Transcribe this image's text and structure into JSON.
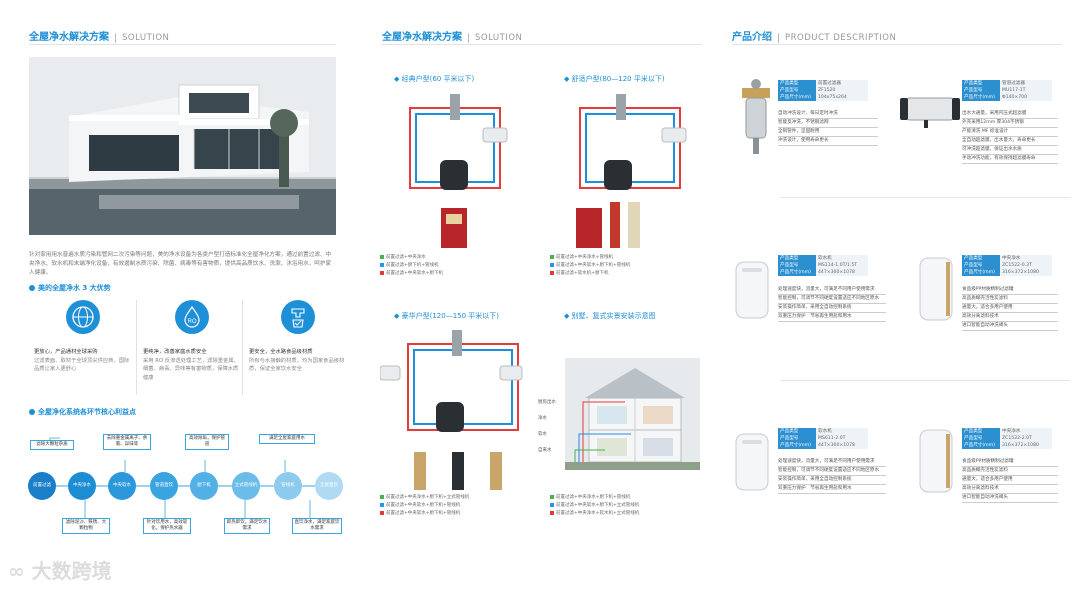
{
  "left": {
    "title": "全屋净水解决方案",
    "title_en": "SOLUTION",
    "intro": "针对家用用水普遍水质污染和管网二次污染等问题，美的净水设备为各类户型打造标准化全屋净化方案，通过前置过滤、中央净水、软水机和末端净化设备，有效遏制水质污染、除菌、病毒等有害物质，提供高品质饮水、洗漱、沐浴用水，呵护家人健康。",
    "advantages_heading": "美的全屋净水 3 大优势",
    "advantages": [
      {
        "icon": "RO-icon",
        "lead": "更放心，产品通材全球采购",
        "body": "过滤表面、取材于全球顶尖供应商，国际品质让家人更舒心"
      },
      {
        "icon": "RO",
        "lead": "更纯净，改善家庭水质安全",
        "body": "采用 RO 反渗透处理工艺，滤除重金属、细菌、病毒、异味等有害物质，保障水质健康"
      },
      {
        "icon": "faucet-icon",
        "lead": "更安全，全水路食品级材质",
        "body": "所有与水接触的材质，均为国家食品级材质，保证全家饮水安全"
      }
    ],
    "flow_heading": "全屋净化系统各环节核心利益点",
    "flow_nodes": [
      "前置过滤",
      "中央净水",
      "中央软水",
      "管道直饮",
      "厨下机",
      "立式管线机",
      "管线机",
      "全屋直饮"
    ],
    "flow_top": [
      "滤除大颗粒杂质",
      "去除重金属离子、余氯、异味等",
      "高效除垢，保护管道",
      "满足全屋家庭用水"
    ],
    "flow_bottom": [
      "滤除泥沙、铁锈、大颗粒物",
      "针对饮用水，高效软化，保护热水器",
      "即热即饮，满足饮水需求",
      "直饮净水，满足家庭饮水需求"
    ]
  },
  "middle": {
    "title": "全屋净水解决方案",
    "title_en": "SOLUTION",
    "houses": [
      {
        "label": "经典户型(60 平米以下)",
        "legend": [
          "前置过滤+中央净水",
          "前置过滤+厨下机+管线机",
          "前置过滤+中央软水+厨下机"
        ]
      },
      {
        "label": "舒适户型(80—120 平米以下)",
        "legend": [
          "前置过滤+中央净水+管线机",
          "前置过滤+中央软水+厨下机+管线机",
          "前置过滤+软水机+厨下机"
        ]
      },
      {
        "label": "豪华户型(120—150 平米以下)",
        "legend": [
          "前置过滤+中央净水+厨下机+立式管线机",
          "前置过滤+中央软水+厨下机+管线机",
          "前置过滤+中央软水+厨下机+管线机"
        ]
      },
      {
        "label": "别墅、复式实景安装示意图",
        "legend": [
          "前置过滤+中央净水+厨下机+管线机",
          "前置过滤+中央软水+厨下机+立式管线机",
          "前置过滤+中央净水+软水机+立式管线机"
        ]
      }
    ],
    "villa_labels": [
      "厨房出水",
      "净水",
      "软水",
      "自来水"
    ]
  },
  "right": {
    "title": "产品介绍",
    "title_en": "PRODUCT DESCRIPTION",
    "key_names": [
      "产品类型",
      "产品型号",
      "产品尺寸(mm)"
    ],
    "products": [
      {
        "type": "前置过滤器",
        "model": "ZF1520",
        "size": "104x75x264",
        "features": [
          "自动冲洗设计，每日定时冲洗",
          "智能反冲洗，不锈钢滤网",
          "全铜管件，坚固耐用",
          "冲洗设计，使用寿命更长"
        ]
      },
      {
        "type": "管道过滤器",
        "model": "MU117-1T",
        "size": "Φ140×700",
        "features": [
          "出水大通量，采用内压式超滤膜",
          "外壳采用12mm 厚304不锈钢",
          "产能清洗 MF 标准设计",
          "全自动超滤膜，出水量大，寿命更长",
          "可冲洗超滤膜，保证出水水质",
          "手动冲洗功能，有效保持超滤膜寿命"
        ]
      },
      {
        "type": "软水机",
        "model": "MS114-1.0T/1.5T",
        "size": "447×300×1078",
        "features": [
          "处理速度快，流量大，可满足不同用户使用需求",
          "智能控制，可调节不同硬度设置适应不同地区原水",
          "安装操作简单，采用全自动控制系统",
          "双重压力保护",
          "节省再生用盐和用水"
        ]
      },
      {
        "type": "中央净水",
        "model": "ZC1522-0.3T",
        "size": "316×372×1080",
        "features": [
          "食品级PP材质精制过滤罐",
          "高品质椰壳活性炭滤料",
          "通量大，适合多用户使用",
          "高效分离滤料技术",
          "进口智能自动冲洗阀头"
        ]
      },
      {
        "type": "软水机",
        "model": "MS611-2.0T",
        "size": "447×300×1078",
        "features": [
          "处理速度快，流量大，可满足不同用户使用需求",
          "智能控制，可调节不同硬度设置适应不同地区原水",
          "安装操作简单，采用全自动控制系统",
          "双重压力保护",
          "节省再生用盐和用水"
        ]
      },
      {
        "type": "中央净水",
        "model": "ZC1522-2.0T",
        "size": "316×372×1080",
        "features": [
          "食品级PP材质精制过滤罐",
          "高品质椰壳活性炭滤料",
          "通量大，适合多用户使用",
          "高效分离滤料技术",
          "进口智能自动冲洗阀头"
        ]
      }
    ]
  },
  "watermark": "大数跨境",
  "colors": {
    "accent": "#1d8fd6",
    "hot": "#e53b3b",
    "cold": "#1e8fe0"
  }
}
